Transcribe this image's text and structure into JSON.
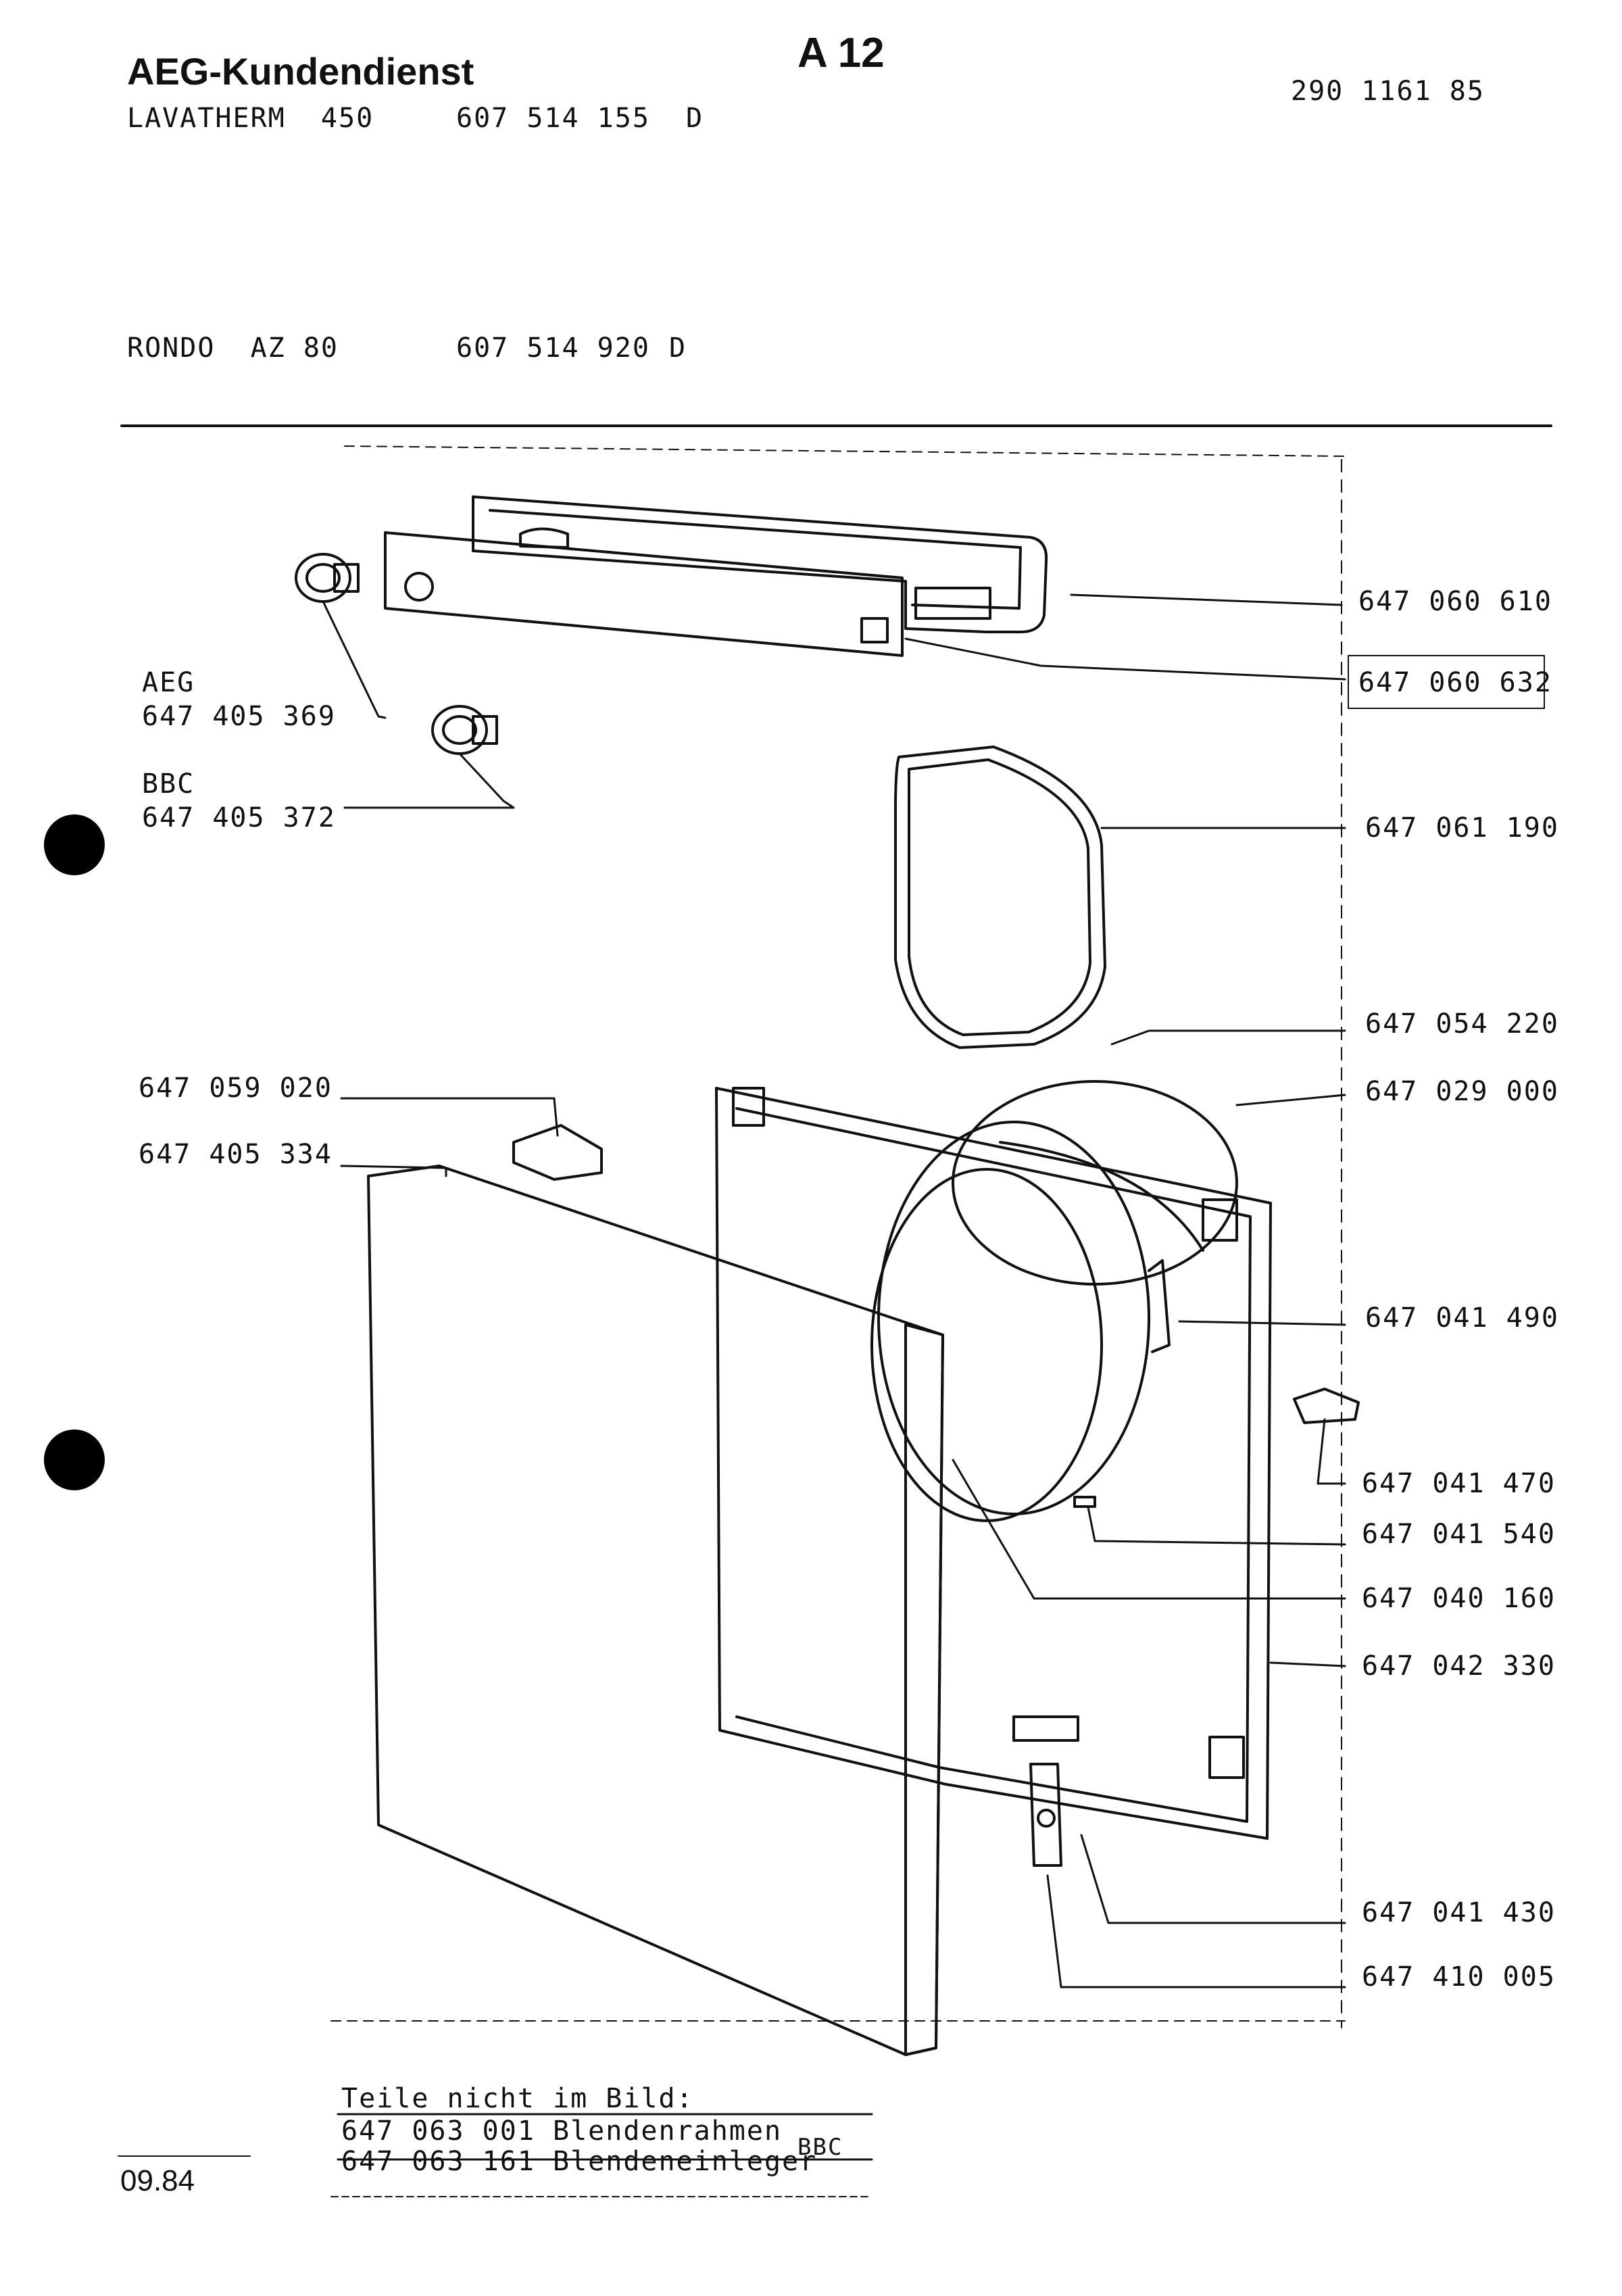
{
  "header": {
    "brand": "AEG-Kundendienst",
    "page_code": "A 12",
    "doc_number": "290 1161 85",
    "model1_name": "LAVATHERM  450",
    "model1_number": "607 514 155",
    "model1_suffix": "D",
    "model2_name": "RONDO  AZ 80",
    "model2_number": "607 514 920",
    "model2_suffix": "D"
  },
  "parts_left": {
    "knob_aeg_brand": "AEG",
    "knob_aeg_number": "647 405 369",
    "knob_bbc_brand": "BBC",
    "knob_bbc_number": "647 405 372",
    "bracket_number": "647 059 020",
    "front_panel_number": "647 405 334"
  },
  "parts_right": [
    "647 060 610",
    "647 060 632",
    "647 061 190",
    "647 054 220",
    "647 029 000",
    "647 041 490",
    "647 041 470",
    "647 041 540",
    "647 040 160",
    "647 042 330",
    "647 041 430",
    "647 410 005"
  ],
  "footer": {
    "not_shown_title": "Teile nicht im Bild:",
    "not_shown_line1": "647 063 001 Blendenrahmen",
    "not_shown_line2": "647 063 161 Blendeneinleger",
    "bbc_note": "BBC",
    "date": "09.84"
  }
}
